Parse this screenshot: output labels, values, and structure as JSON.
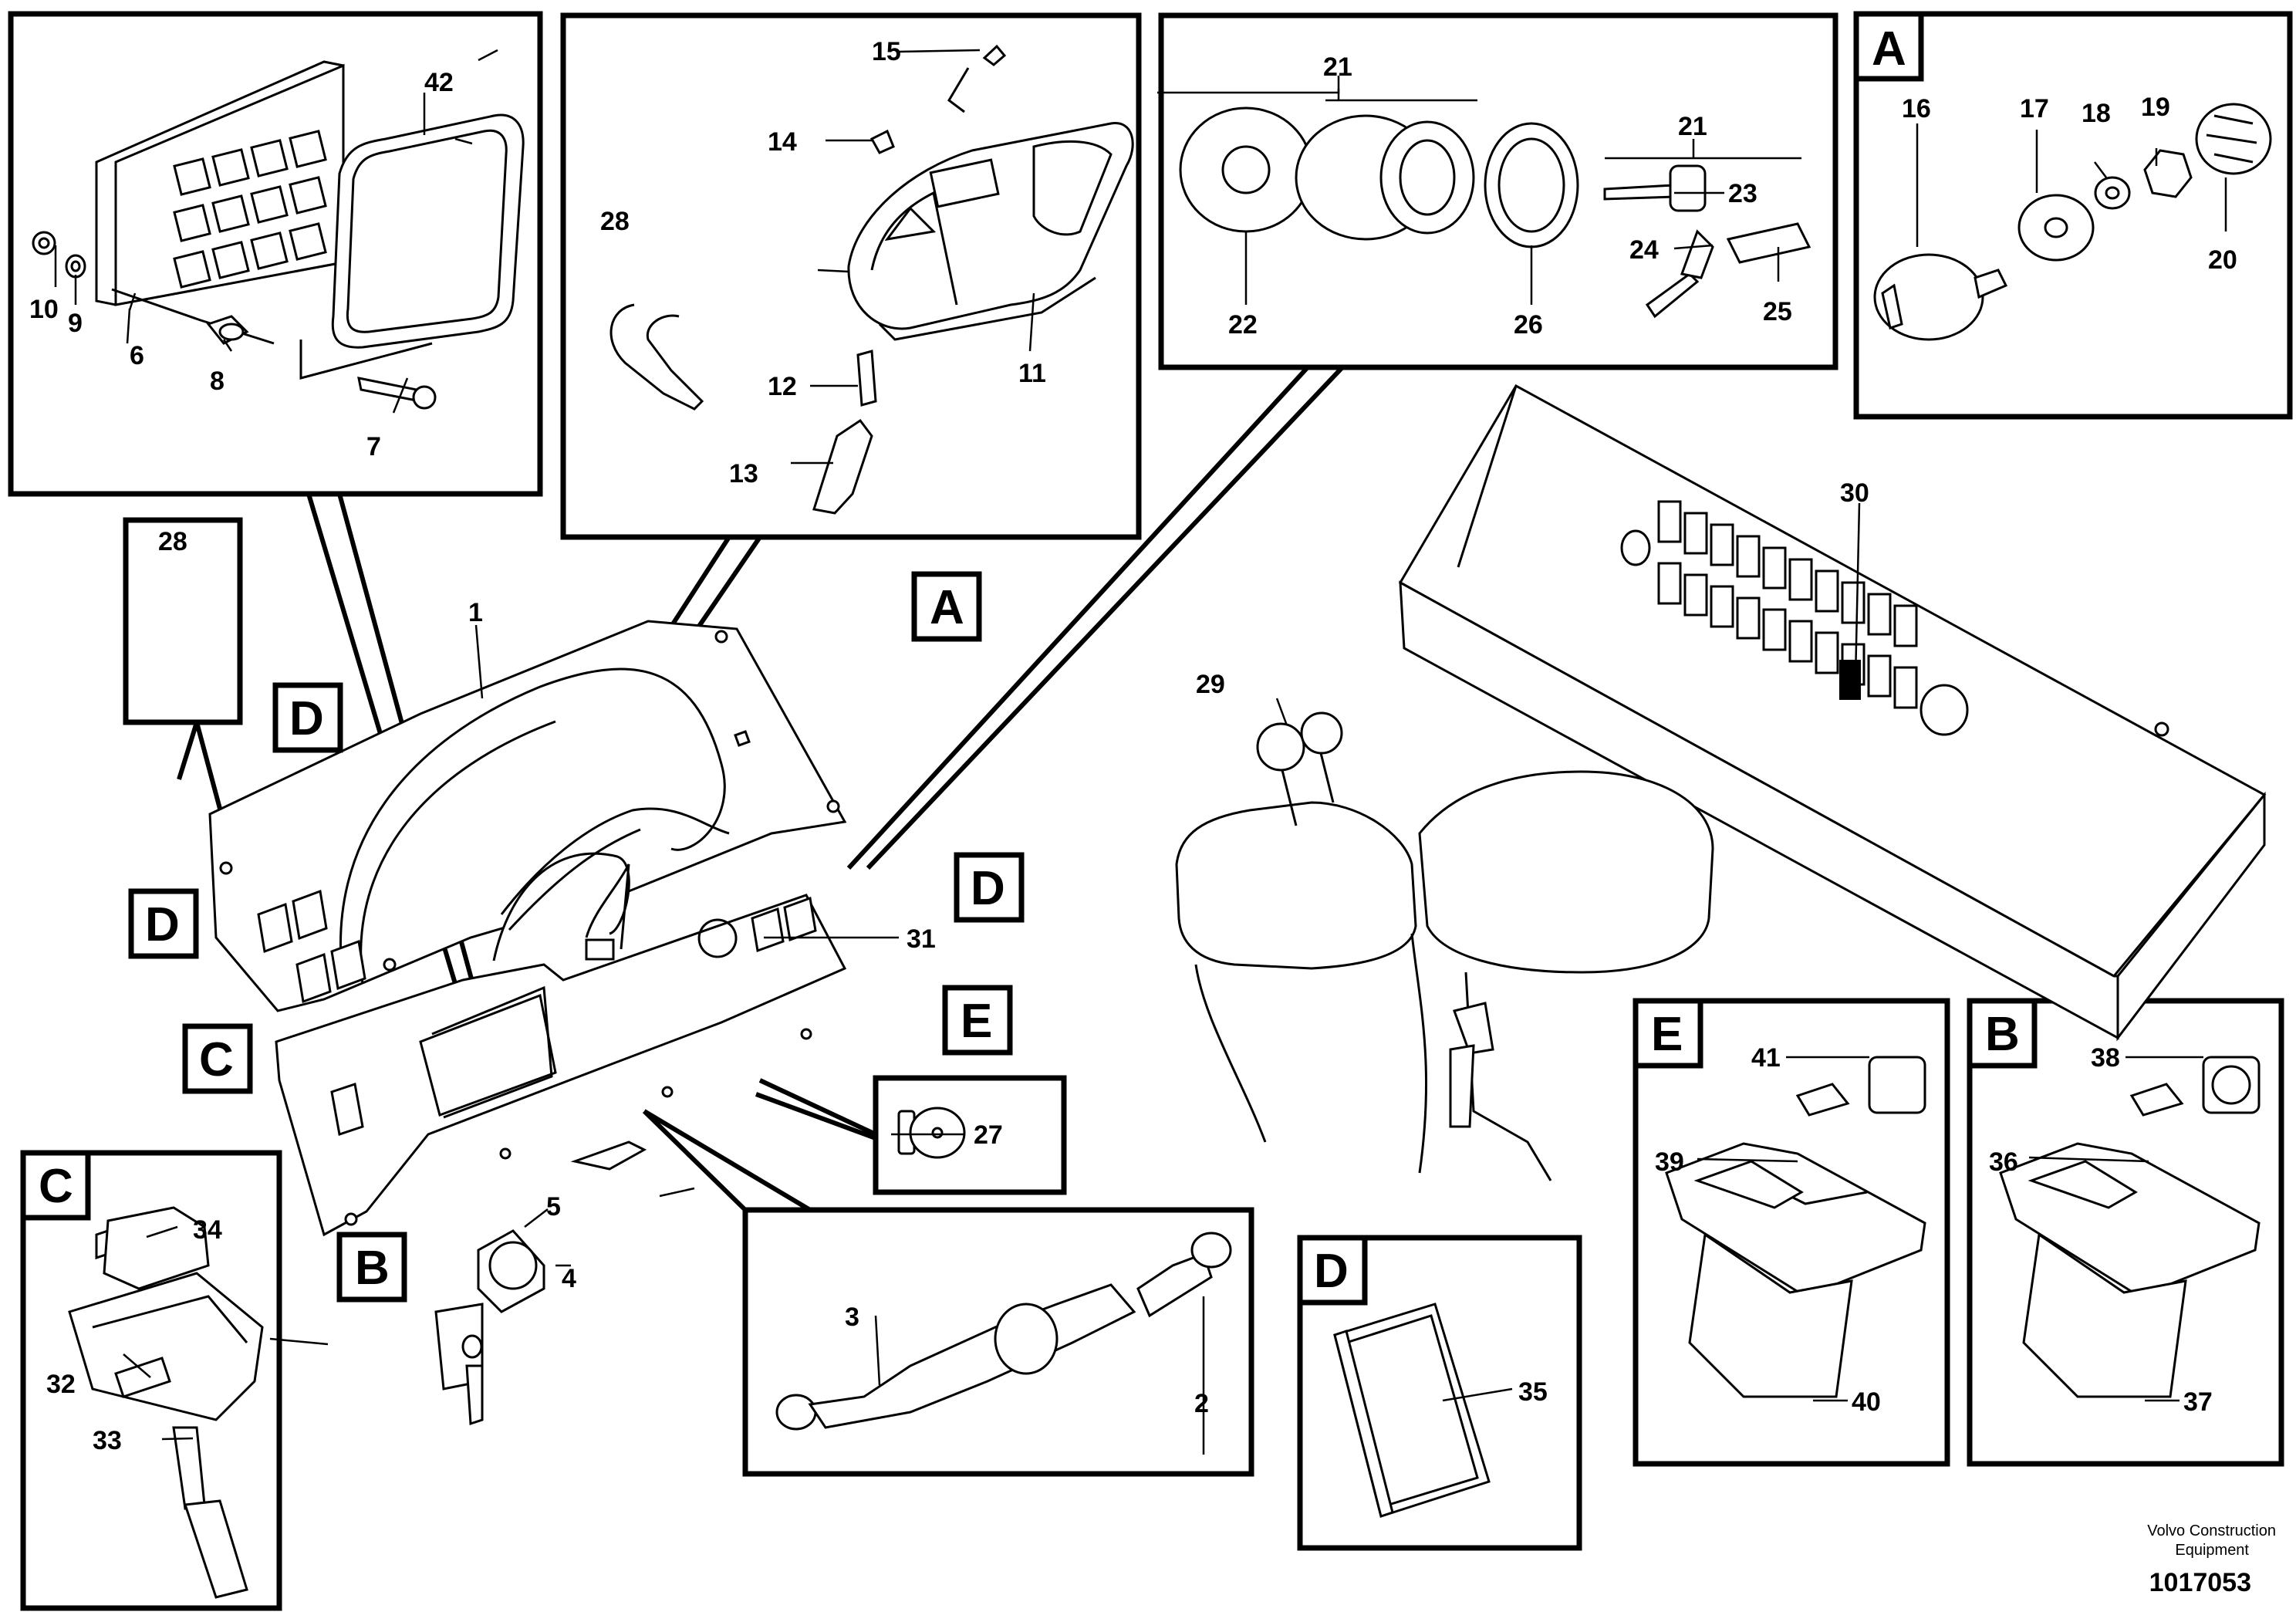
{
  "figure_id": "1017053",
  "footer": {
    "line1": "Volvo Construction",
    "line2": "Equipment"
  },
  "detail_letters": {
    "a": "A",
    "b": "B",
    "c": "C",
    "d": "D",
    "e": "E"
  },
  "parts": {
    "p1": "1",
    "p2": "2",
    "p3": "3",
    "p4": "4",
    "p5": "5",
    "p6": "6",
    "p7": "7",
    "p8": "8",
    "p9": "9",
    "p10": "10",
    "p11": "11",
    "p12": "12",
    "p13": "13",
    "p14": "14",
    "p15": "15",
    "p16": "16",
    "p17": "17",
    "p18": "18",
    "p19": "19",
    "p20": "20",
    "p21": "21",
    "p22": "22",
    "p23": "23",
    "p24": "24",
    "p25": "25",
    "p26": "26",
    "p27": "27",
    "p28": "28",
    "p29": "29",
    "p30": "30",
    "p31": "31",
    "p32": "32",
    "p33": "33",
    "p34": "34",
    "p35": "35",
    "p36": "36",
    "p37": "37",
    "p38": "38",
    "p39": "39",
    "p40": "40",
    "p41": "41",
    "p42": "42"
  }
}
